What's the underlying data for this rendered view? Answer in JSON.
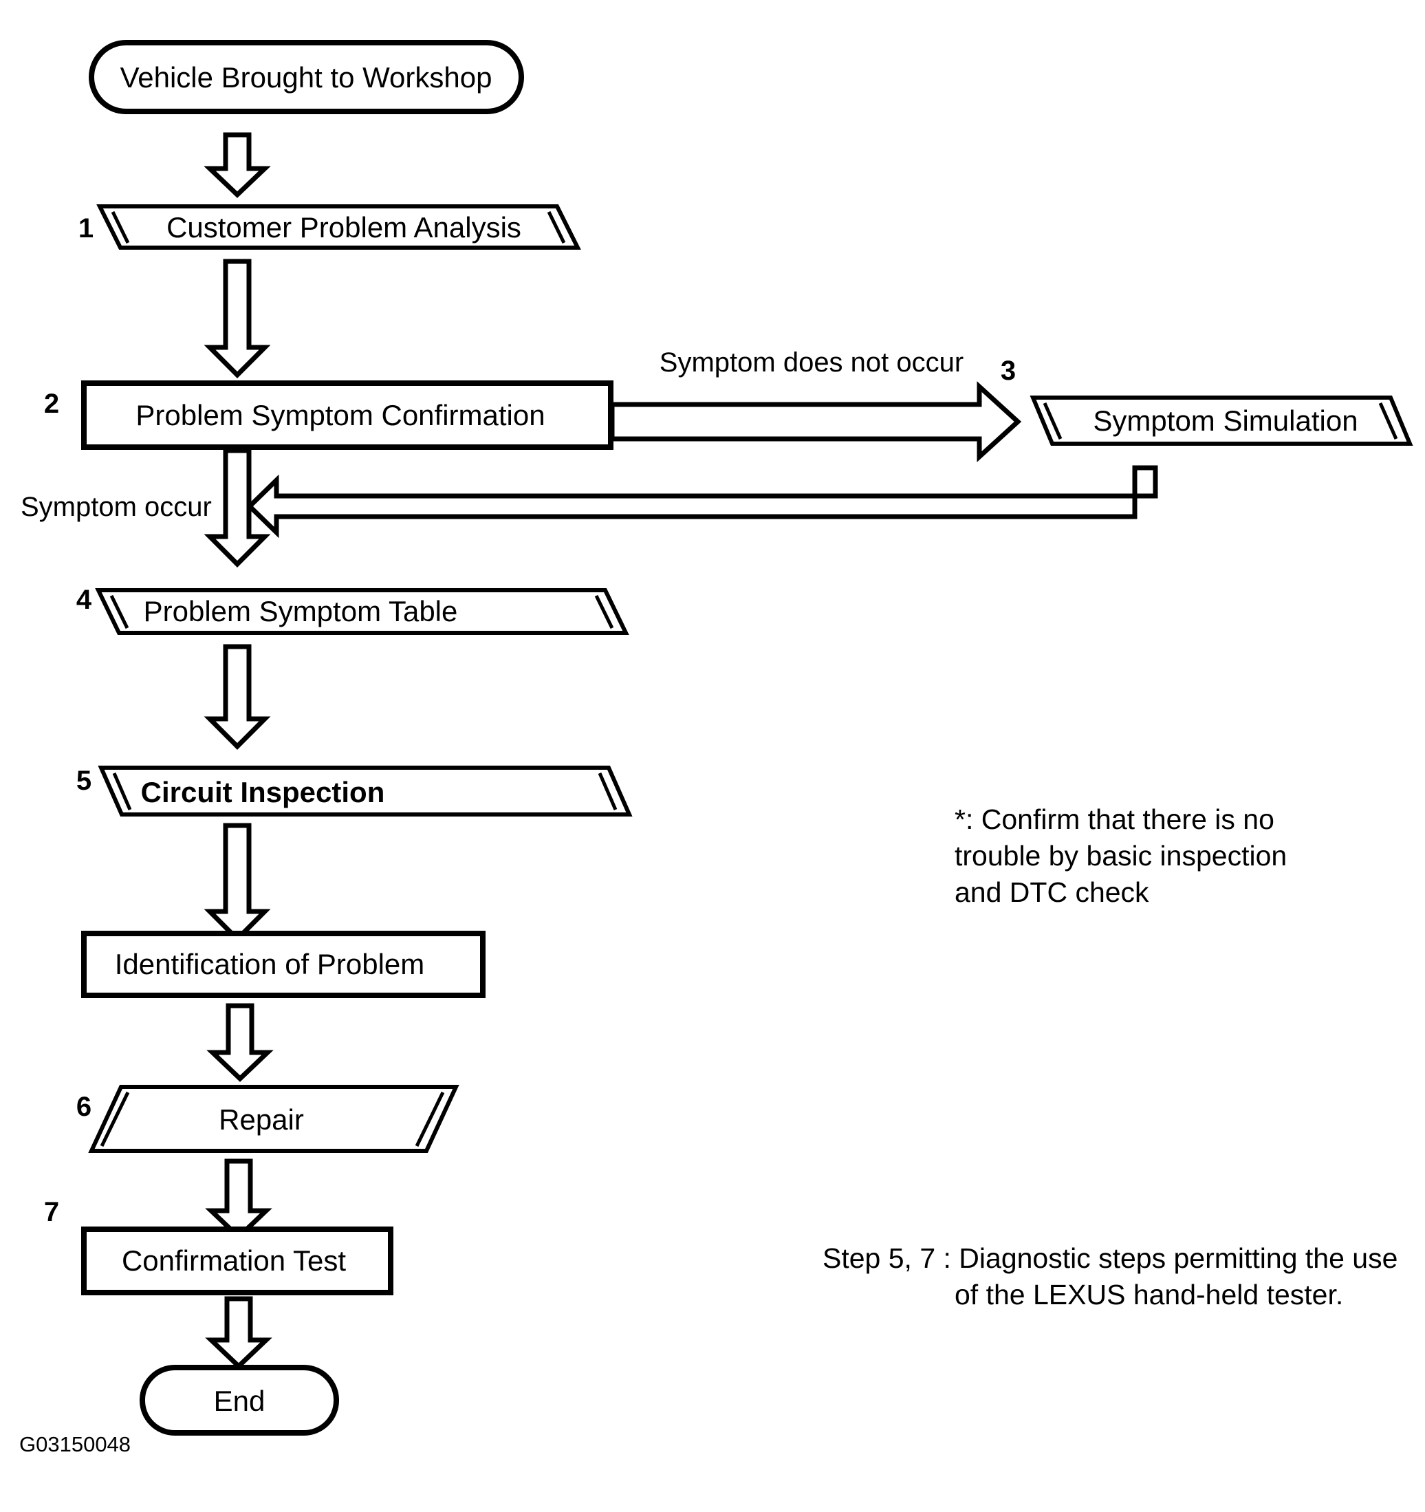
{
  "diagram": {
    "title_code": "G03150048",
    "nodes": {
      "start": {
        "label": "Vehicle Brought to Workshop",
        "shape": "stadium"
      },
      "step1": {
        "number": "1",
        "label": "Customer Problem Analysis",
        "shape": "parallelogram"
      },
      "step2": {
        "number": "2",
        "label": "Problem Symptom Confirmation",
        "shape": "rectangle"
      },
      "step3": {
        "number": "3",
        "label": "Symptom Simulation",
        "shape": "parallelogram"
      },
      "step4": {
        "number": "4",
        "label": "Problem Symptom Table",
        "shape": "parallelogram"
      },
      "step5": {
        "number": "5",
        "label": "Circuit Inspection",
        "shape": "parallelogram",
        "bold": true
      },
      "identification": {
        "label": "Identification of Problem",
        "shape": "rectangle"
      },
      "step6": {
        "number": "6",
        "label": "Repair",
        "shape": "parallelogram"
      },
      "step7": {
        "number": "7",
        "label": "Confirmation Test",
        "shape": "rectangle"
      },
      "end": {
        "label": "End",
        "shape": "stadium"
      }
    },
    "edge_labels": {
      "symptom_not_occur": "Symptom does not occur",
      "symptom_occur": "Symptom occur"
    },
    "notes": {
      "asterisk_note": [
        "*: Confirm that there is no",
        "trouble by basic inspection",
        "and DTC check"
      ],
      "step_note": [
        "Step 5, 7 :  Diagnostic steps permitting the use",
        "of the LEXUS hand-held tester."
      ]
    },
    "colors": {
      "stroke": "#000000",
      "fill": "#ffffff"
    }
  }
}
